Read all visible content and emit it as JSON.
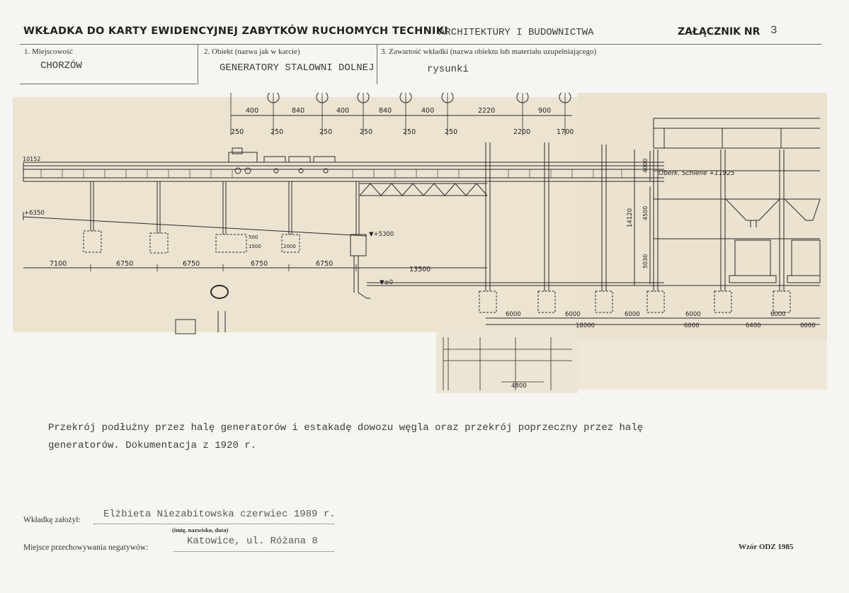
{
  "header": {
    "title": "WKŁADKA DO KARTY EWIDENCYJNEJ ZABYTKÓW RUCHOMYCH TECHNIKI",
    "typed_category": "ARCHITEKTURY I BUDOWNICTWA",
    "attachment_label": "ZAŁĄCZNIK NR",
    "attachment_number": "3"
  },
  "fields": [
    {
      "label": "1. Miejscowość",
      "value": "CHORZÓW"
    },
    {
      "label": "2. Obiekt (nazwa jak w karcie)",
      "value": "GENERATORY STALOWNI DOLNEJ"
    },
    {
      "label": "3. Zawartość wkładki (nazwa obiektu lub materiału uzupełniającego)",
      "value": "rysunki"
    }
  ],
  "drawing": {
    "top_dims": [
      "400",
      "840",
      "400",
      "840",
      "400",
      "2220",
      "900"
    ],
    "top_heights": [
      "250",
      "250",
      "250",
      "250",
      "250",
      "250",
      "2200",
      "1700"
    ],
    "left_level": "10152",
    "level_6350": "+6350",
    "level_5300": "▼+5300",
    "level_0": "▼±0",
    "rail_label": "Oberk. Schiene +11925",
    "vertical_dims": [
      "4000",
      "14120",
      "4500",
      "5030"
    ],
    "span_dims": [
      "7100",
      "6750",
      "6750",
      "6750",
      "6750",
      "13500"
    ],
    "bay_dims_1": [
      "6000",
      "6000",
      "6000",
      "6000",
      "6000"
    ],
    "bay_dims_2": [
      "18000",
      "6000",
      "6400",
      "6000"
    ],
    "bottom_dim": "4800",
    "small_dims": [
      "500",
      "1500",
      "2000"
    ]
  },
  "caption": {
    "line1": "Przekrój podłużny przez halę generatorów i estakadę dowozu węgla oraz przekrój poprzeczny przez halę",
    "line2": "generatorów. Dokumentacja z 1920 r."
  },
  "footer": {
    "established_label": "Wkładkę założył:",
    "established_value": "Elżbieta Niezabitowska  czerwiec 1989 r.",
    "sub_label": "(imię, nazwisko, data)",
    "negatives_label": "Miejsce przechowywania negatywów:",
    "negatives_value": "Katowice, ul. Różana 8",
    "form_id": "Wzór ODZ 1985"
  }
}
